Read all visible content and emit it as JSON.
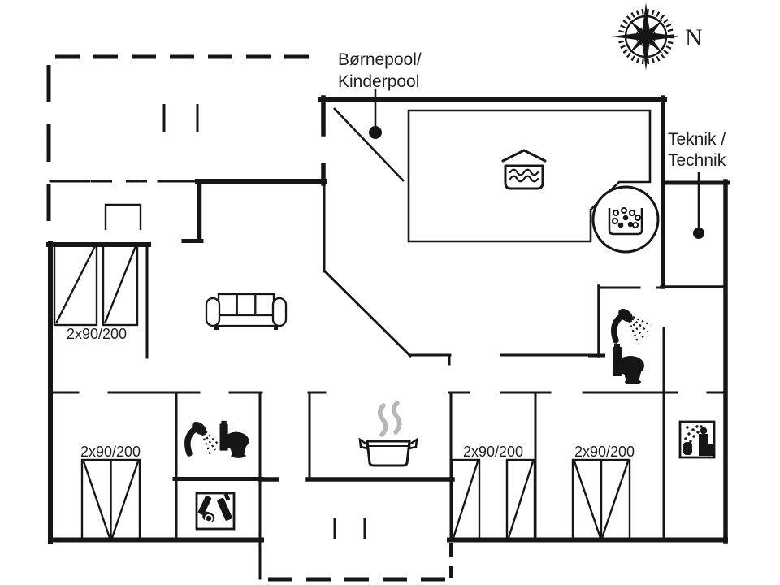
{
  "plan": {
    "type": "holiday-home floor plan",
    "compass": {
      "north_label": "N"
    },
    "annotations": {
      "kinderpool": {
        "line1": "Børnepool/",
        "line2": "Kinderpool"
      },
      "technik": {
        "line1": "Teknik /",
        "line2": "Technik"
      }
    },
    "bed_labels": {
      "bedroom1": "2x90/200",
      "bedroom2": "2x90/200",
      "bedroom3": "2x90/200",
      "bedroom4": "2x90/200"
    },
    "icons": {
      "compass": "compass-rose",
      "pool": "indoor-pool-basin-with-waves",
      "whirlpool": "round-whirlpool-with-bubbles",
      "living_room": "three-seat-sofa",
      "kitchen": "cooking-pot-with-steam",
      "bathroom_main": [
        "shower",
        "toilet"
      ],
      "bathroom_second": [
        "shower",
        "toilet"
      ],
      "sauna": "sauna-person-with-steam",
      "utility": "vacuum-cleaner-in-square",
      "markers": [
        "kinderpool-location-dot",
        "technik-location-dot"
      ]
    },
    "colors": {
      "wall": "#161616",
      "text": "#1f1f1f",
      "steam": "#b6b6b6",
      "background": "#ffffff"
    }
  }
}
